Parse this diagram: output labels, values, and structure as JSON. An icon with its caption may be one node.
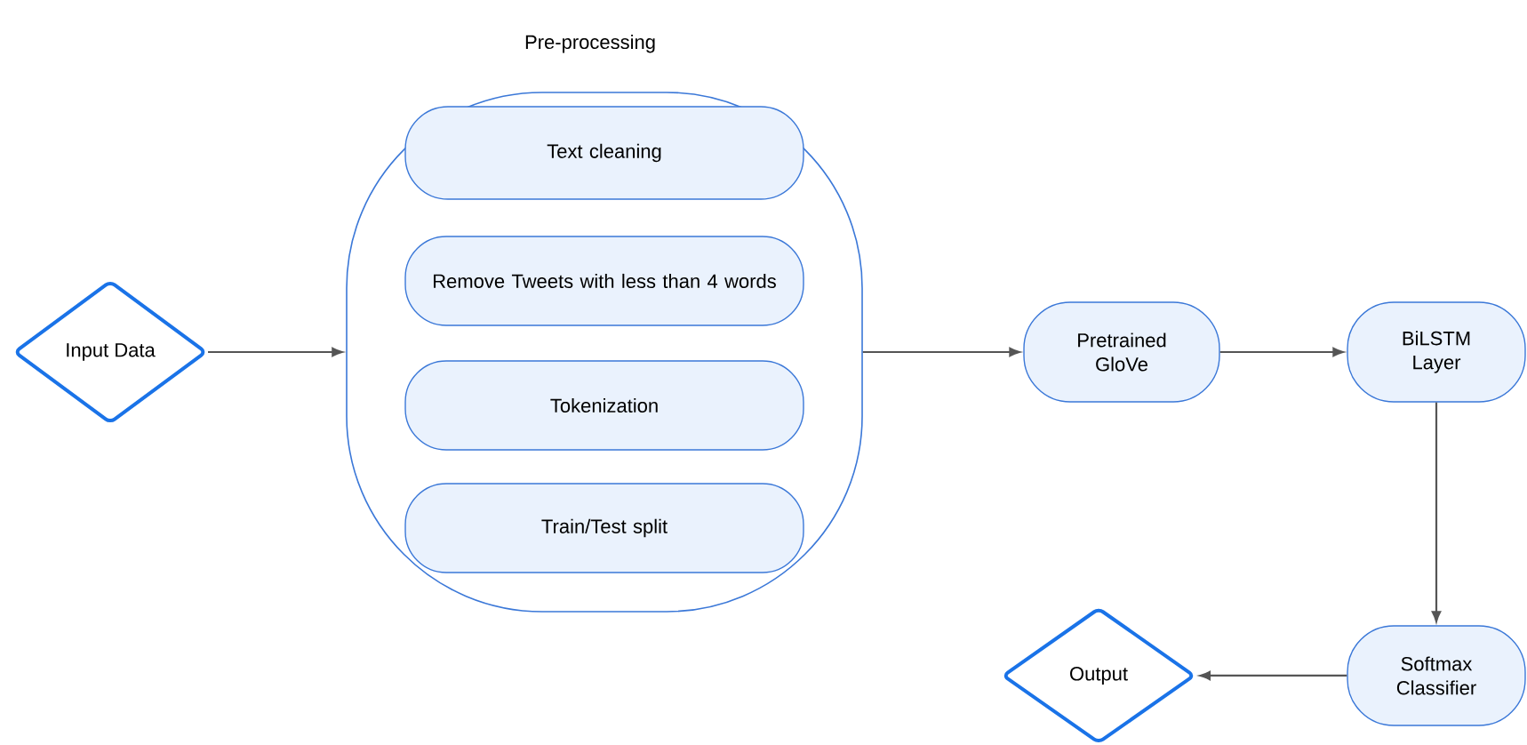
{
  "diagram": {
    "nodes": [
      {
        "text": [
          "Pre-processing"
        ]
      },
      {
        "text": [
          "Text cleaning"
        ],
        "in": 0
      },
      {
        "text": [
          "Remove Tweets with less than 4 words"
        ],
        "in": 0
      },
      {
        "text": [
          "Tokenization"
        ],
        "in": 0
      },
      {
        "text": [
          "Train/Test split"
        ],
        "in": 0
      },
      {
        "text": [
          "Input Data"
        ]
      },
      {
        "text": [
          "Pretrained GloVe"
        ]
      },
      {
        "text": [
          "BiLSTM Layer"
        ]
      },
      {
        "text": [
          "Softmax Classifier"
        ]
      },
      {
        "text": [
          "Output"
        ]
      }
    ],
    "edges": [
      {
        "from": 5,
        "to": 0,
        "arrow": "to"
      },
      {
        "from": 0,
        "to": 6,
        "arrow": "to"
      },
      {
        "from": 6,
        "to": 7,
        "arrow": "to"
      },
      {
        "from": 7,
        "to": 8,
        "arrow": "to"
      },
      {
        "from": 8,
        "to": 9,
        "arrow": "to"
      }
    ]
  }
}
